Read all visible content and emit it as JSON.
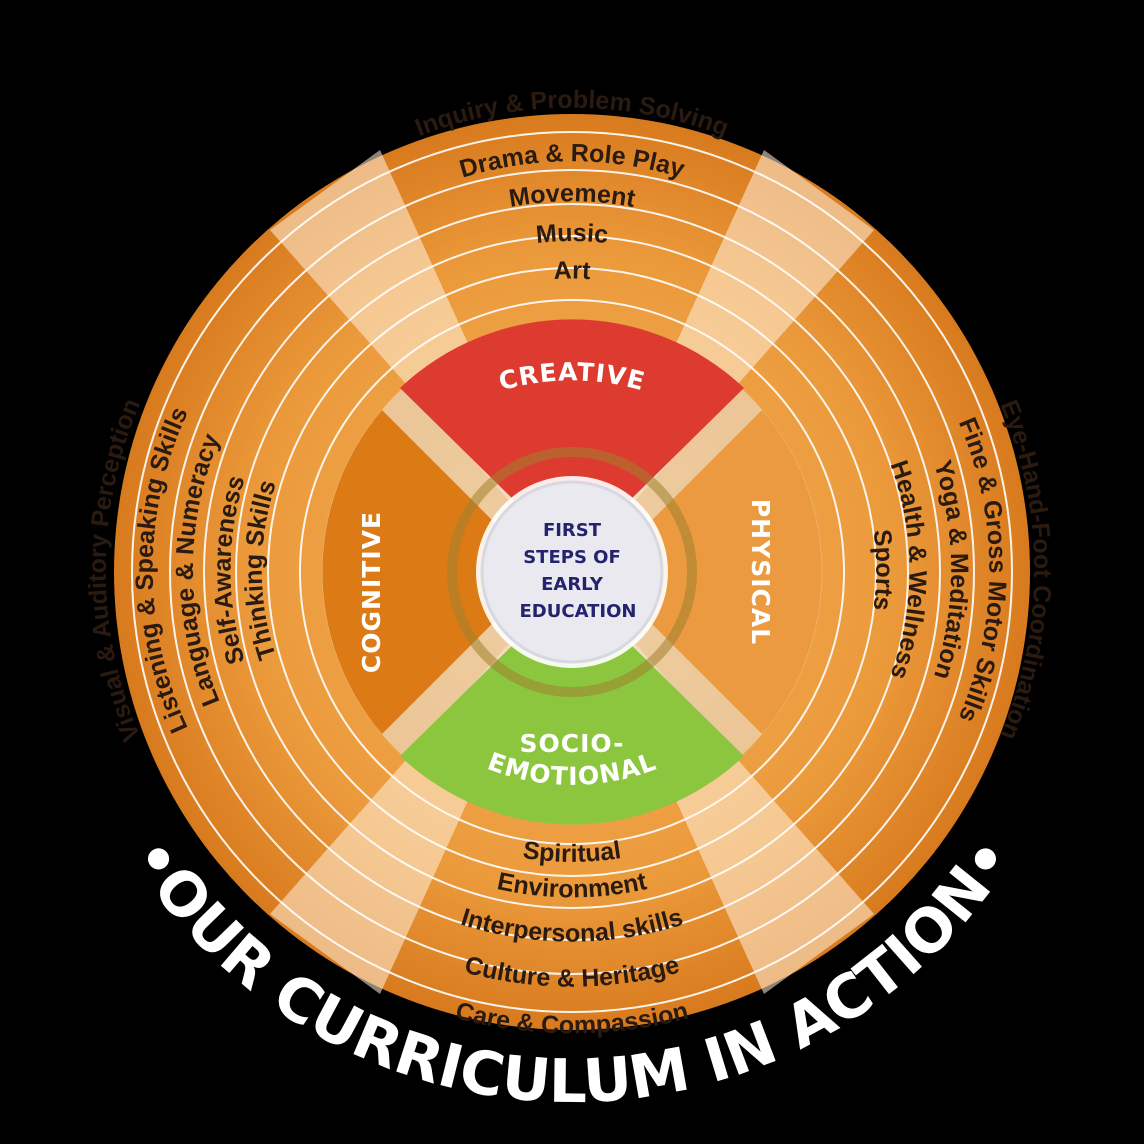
{
  "colors": {
    "disc": "#e8952f",
    "disc_dark": "#c8701a",
    "creative": "#dd3b30",
    "cognitive": "#dc7a16",
    "physical": "#eb9a40",
    "socio": "#8cc63f",
    "center_fill": "#e9e9ef",
    "center_text": "#23236e"
  },
  "center": {
    "line1": "FIRST",
    "line2": "STEPS OF",
    "line3": "EARLY",
    "line4": "EDUCATION"
  },
  "sectors": {
    "creative": "CREATIVE",
    "cognitive": "COGNITIVE",
    "physical": "PHYSICAL",
    "socio_line1": "SOCIO-",
    "socio_line2": "EMOTIONAL"
  },
  "top_items": [
    "Inquiry & Problem Solving",
    "Drama & Role Play",
    "Movement",
    "Music",
    "Art"
  ],
  "left_items": [
    "Visual & Auditory Perception",
    "Listening & Speaking Skills",
    "Language & Numeracy",
    "Self-Awareness",
    "Thinking Skills"
  ],
  "right_items": [
    "Eye-Hand-Foot Coordination",
    "Fine & Gross Motor Skills",
    "Yoga & Meditation",
    "Health & Wellness",
    "Sports"
  ],
  "bottom_items": [
    "Spiritual",
    "Environment",
    "Interpersonal skills",
    "Culture & Heritage",
    "Care & Compassion"
  ],
  "banner": "•OUR CURRICULUM IN ACTION•"
}
